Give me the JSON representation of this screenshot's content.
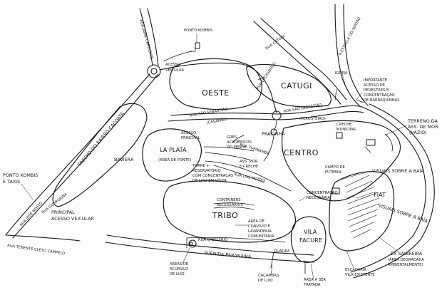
{
  "areas": {
    "oeste": "OESTE",
    "catugi": "CATUGI",
    "centro": "CENTRO",
    "la_plata": "LA PLATA",
    "la_plata_sub": "(ÁREA DE PONTE)",
    "tribo": "TRIBO",
    "vila_facure_1": "VILA",
    "vila_facure_2": "FACURE",
    "bavieira": "BAVIERA"
  },
  "streets": {
    "jaime_cardenas": "RUA JAIME CARDENAS",
    "catugi": "RUA CATUGI",
    "cestelha_do_sertao": "R.ESTRELA DO SERTÃO",
    "sao_sebastiao_left": "RUA SÃO SEBASTIÃO",
    "sao_sebastiao_left_sub": "(CASARÃO)",
    "sao_sebastiao_right": "RUA SÃO SEBASTIÃO",
    "sao_sebastiao_right_sub": "(PERUSTEIRO)",
    "lucasduco": "RUA LUCASDUCO",
    "tupinamba": "RUA TUPINAMBÁ",
    "das_moitas": "RUA DAS MOITAS",
    "guarujuba": "RUA GUARUJUBA",
    "cabo_frio": "RUA CABO FRIO",
    "tenente_cleto": "RUA TENENTE CLETO CAMPELO",
    "avenida_paranaiba": "AVENIDA PARANAÍBA",
    "trecho_cacoata": "TRECHO DO BAIRRO CACOATÁ",
    "jose_bento": "RUA JOSÉ BENTO"
  },
  "notes": {
    "ponto_kombis_top": "PONTO KOMBIS",
    "acesso_veicular_top": [
      "ACESSO",
      "VEICULAR"
    ],
    "igreja": "IGREJA",
    "importante_acesso": [
      "IMPORTANTE",
      "ACESSO DE",
      "PEDESTRES E",
      "CONCENTRAÇÃO",
      "DE BARRAQUINHAS"
    ],
    "pracinha": "PRACINHA",
    "creche_municipal": [
      "CRECHE",
      "MUNICIPAL"
    ],
    "terreno_assoc": [
      "TERRENO DA",
      "ASS. DE MOR.",
      "(VAZIO)"
    ],
    "acesso_principal": [
      "ACESSO",
      "PRINCIPAL"
    ],
    "gres_academicos": [
      "GRES",
      "ACADÊMICOS",
      "DO PENDE"
    ],
    "ass_mor_creche": [
      "ASS. MOR.",
      "E CRECHE"
    ],
    "campo_futebol": [
      "CAMPO DE",
      "FUTEBOL"
    ],
    "visuais_baia_1": "VISUAIS SOBRE A BAÍA",
    "visuais_baia_2": "VISUAIS SOBRE A BAÍA",
    "torre_reservatorio": [
      "TORRE +",
      "RESERVATÓRIO",
      "COM CONCENTRAÇÃO",
      "DE LIXO EM VOLTA"
    ],
    "concentracao_lixo": [
      "CONCENTRAÇÃO",
      "NECESSÁRIA"
    ],
    "fiat": "FIAT",
    "containers": [
      "CONTAINERS",
      "NECESSÁRIOS"
    ],
    "area_convivio": [
      "ÁREA DE",
      "CONVÍVIO E",
      "LAVANDERIA",
      "COMUNITÁRIA"
    ],
    "ponto_kombis_taxis": [
      "PONTO KOMBIS",
      "E TAXIS"
    ],
    "principal_acesso": [
      "PRINCIPAL",
      "ACESSO VEICULAR"
    ],
    "quadra": "QUADRA",
    "areas_acumulo": [
      "AREAS DE",
      "ACÚMULO",
      "DE LIXO"
    ],
    "cacambas": [
      "CAÇAMBAS",
      "DE LIXO"
    ],
    "area_tratada": [
      "ÁREA A SER",
      "TRATADA"
    ],
    "escadaria": [
      "ESCADARIA",
      "VILA EXISTENTE"
    ],
    "ex_saibreira": [
      "EX SAIBREIRA",
      "(ÁREA DEGRADADA",
      "AMBIENTALMENTE)"
    ]
  }
}
